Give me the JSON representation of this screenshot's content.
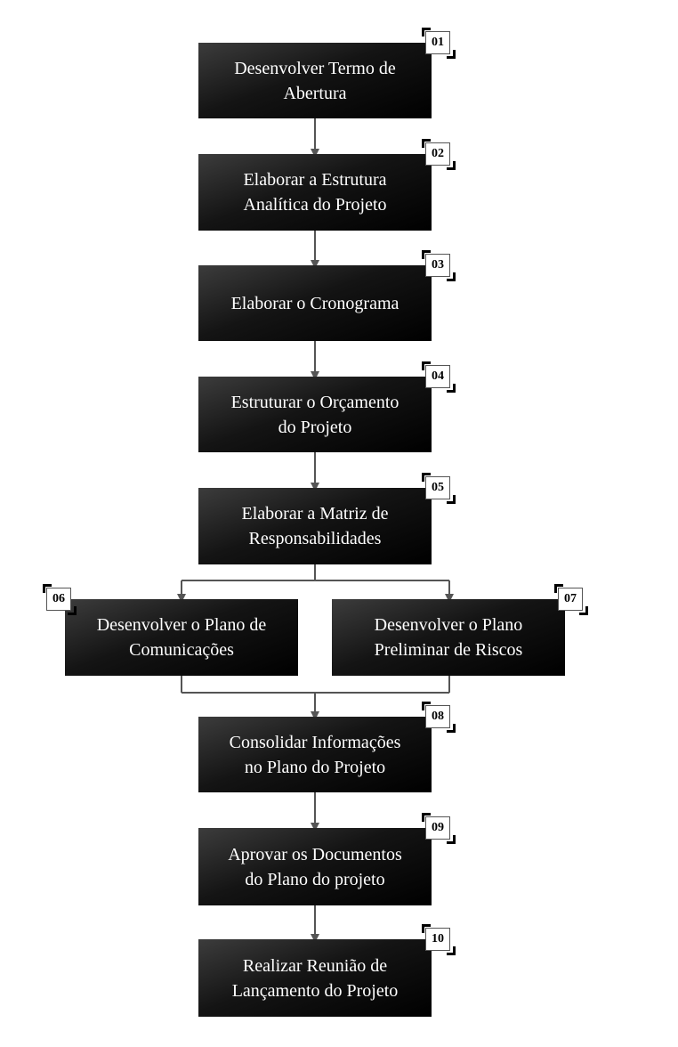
{
  "steps": [
    {
      "number": "01",
      "label": "Desenvolver Termo de\nAbertura"
    },
    {
      "number": "02",
      "label": "Elaborar a Estrutura\nAnalítica do Projeto"
    },
    {
      "number": "03",
      "label": "Elaborar o Cronograma"
    },
    {
      "number": "04",
      "label": "Estruturar o Orçamento\ndo Projeto"
    },
    {
      "number": "05",
      "label": "Elaborar a Matriz de\nResponsabilidades"
    },
    {
      "number": "06",
      "label": "Desenvolver o Plano de\nComunicações"
    },
    {
      "number": "07",
      "label": "Desenvolver o Plano\nPreliminar de Riscos"
    },
    {
      "number": "08",
      "label": "Consolidar Informações\nno Plano do Projeto"
    },
    {
      "number": "09",
      "label": "Aprovar os Documentos\ndo Plano do projeto"
    },
    {
      "number": "10",
      "label": "Realizar Reunião de\nLançamento do Projeto"
    }
  ],
  "colors": {
    "box": "#000000",
    "connector": "#555555",
    "badge_bg": "#ffffff"
  }
}
